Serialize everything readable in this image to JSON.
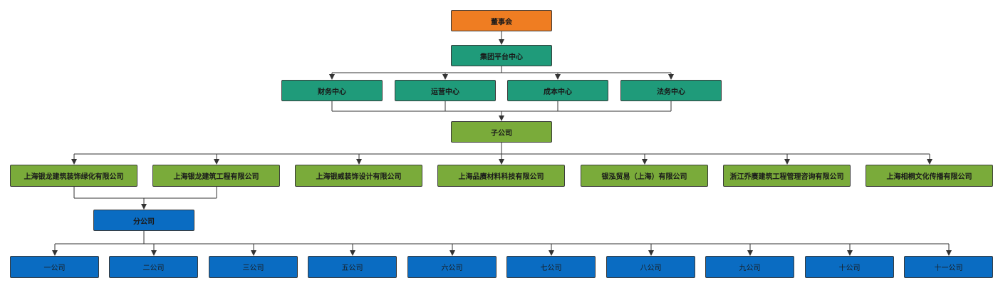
{
  "colors": {
    "root": "#ef7d22",
    "center": "#1f9b7a",
    "subsidiary": "#7aab3a",
    "branch": "#0a6cc2",
    "line": "#333333"
  },
  "root": {
    "label": "董事会"
  },
  "platform": {
    "label": "集团平台中心"
  },
  "centers": [
    {
      "label": "财务中心"
    },
    {
      "label": "运营中心"
    },
    {
      "label": "成本中心"
    },
    {
      "label": "法务中心"
    }
  ],
  "subsidiary_hub": {
    "label": "子公司"
  },
  "subsidiaries": [
    {
      "label": "上海银龙建筑装饰绿化有限公司"
    },
    {
      "label": "上海银龙建筑工程有限公司"
    },
    {
      "label": "上海银威装饰设计有限公司"
    },
    {
      "label": "上海品赓材料科技有限公司"
    },
    {
      "label": "银泓贸易（上海）有限公司"
    },
    {
      "label": "浙江乔赓建筑工程管理咨询有限公司"
    },
    {
      "label": "上海相桐文化传播有限公司"
    }
  ],
  "branch_hub": {
    "label": "分公司"
  },
  "branches": [
    {
      "label": "一公司"
    },
    {
      "label": "二公司"
    },
    {
      "label": "三公司"
    },
    {
      "label": "五公司"
    },
    {
      "label": "六公司"
    },
    {
      "label": "七公司"
    },
    {
      "label": "八公司"
    },
    {
      "label": "九公司"
    },
    {
      "label": "十公司"
    },
    {
      "label": "十一公司"
    }
  ]
}
